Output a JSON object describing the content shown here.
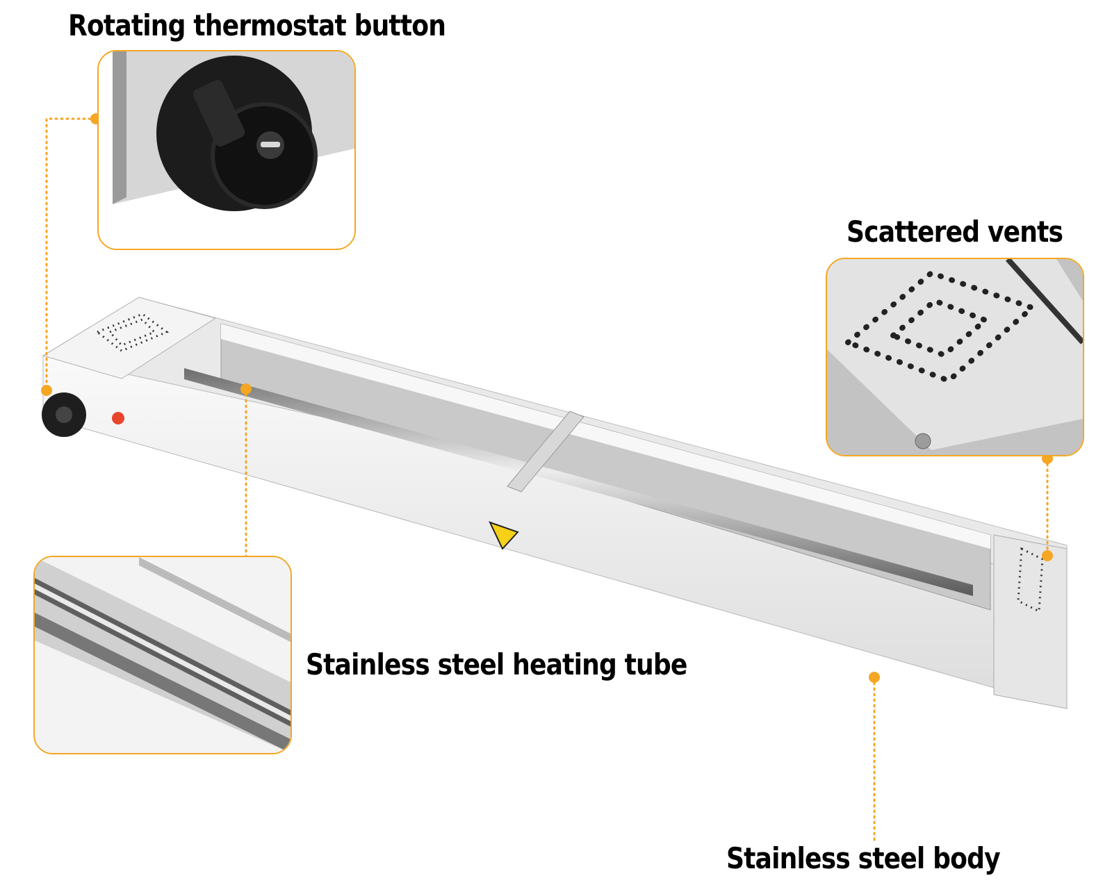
{
  "labels": {
    "thermostat": "Rotating thermostat button",
    "vents": "Scattered vents",
    "tube": "Stainless steel heating tube",
    "body": "Stainless steel body"
  },
  "colors": {
    "accent": "#f5a623",
    "steel_light": "#f2f2f2",
    "steel_mid": "#cfcfcf",
    "steel_dark": "#8f8f8f",
    "knob": "#1e1e1e",
    "indicator": "#e8452c",
    "warning": "#f7d117"
  }
}
